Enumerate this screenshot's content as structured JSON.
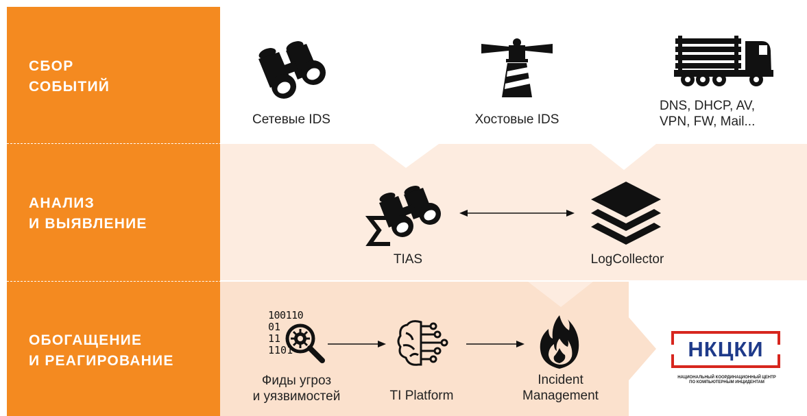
{
  "rows": [
    {
      "title": "СБОР\nСОБЫТИЙ"
    },
    {
      "title": "АНАЛИЗ\nИ ВЫЯВЛЕНИЕ"
    },
    {
      "title": "ОБОГАЩЕНИЕ\nИ РЕАГИРОВАНИЕ"
    }
  ],
  "collection": {
    "network_ids": "Сетевые IDS",
    "host_ids": "Хостовые IDS",
    "other_sources": "DNS, DHCP, AV,\nVPN, FW, Mail..."
  },
  "analysis": {
    "tias": "TIAS",
    "logcollector": "LogCollector"
  },
  "enrichment": {
    "feeds": "Фиды угроз\nи уязвимостей",
    "ti_platform": "TI Platform",
    "incident": "Incident\nManagement",
    "binary_lines": [
      "100110",
      "01",
      "11",
      "1101"
    ]
  },
  "logo": {
    "name": "НКЦКИ",
    "subtitle": "НАЦИОНАЛЬНЫЙ КООРДИНАЦИОННЫЙ ЦЕНТР\nПО КОМПЬЮТЕРНЫМ ИНЦИДЕНТАМ"
  },
  "colors": {
    "orange": "#f48a20",
    "band_light": "#fdece0",
    "band_mid": "#fbe1cd",
    "logo_red": "#d7261e",
    "logo_blue": "#1e3a8a"
  }
}
